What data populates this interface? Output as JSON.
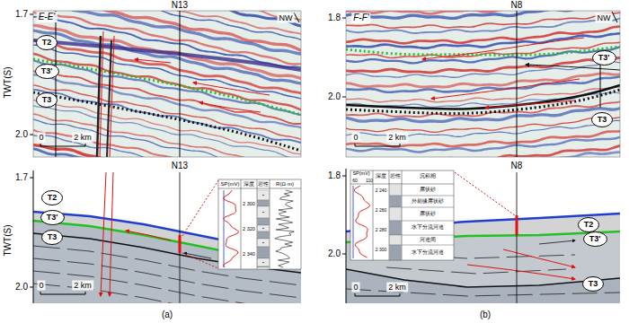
{
  "diagram": {
    "nodes": [
      {
        "text": [
          "T2"
        ]
      },
      {
        "text": [
          "T3'"
        ]
      },
      {
        "text": [
          "T3"
        ]
      },
      {
        "text": [
          "T3'"
        ]
      },
      {
        "text": [
          "T3"
        ]
      },
      {
        "text": [
          "T2"
        ]
      },
      {
        "text": [
          "T3'"
        ]
      },
      {
        "text": [
          "T3"
        ]
      },
      {
        "text": [
          "T2"
        ]
      },
      {
        "text": [
          "T3'"
        ]
      },
      {
        "text": [
          "T3"
        ]
      }
    ],
    "labels": [
      "E-E'",
      "N13",
      "NW",
      "1.7",
      "TWT(S)",
      "2.0",
      "0",
      "2 km",
      "F-F'",
      "N8",
      "NW",
      "1.8",
      "2.0",
      "0",
      "2 km",
      "N13",
      "1.7",
      "TWT(S)",
      "2.0",
      "0",
      "2 km",
      "SP(mV)",
      "深度",
      "岩性",
      "R(Ω·m)",
      "2 300",
      "2 320",
      "2 340",
      "N8",
      "1.8",
      "2.0",
      "0",
      "2 km",
      "SP(mV)",
      "60",
      "110",
      "深度",
      "岩性",
      "沉积相",
      "2 240",
      "2 260",
      "2 280",
      "2 300",
      "席状砂",
      "外前缘席状砂",
      "席状砂",
      "水下分流河道",
      "河道间",
      "水下分流河道",
      "(a)",
      "(b)"
    ]
  }
}
